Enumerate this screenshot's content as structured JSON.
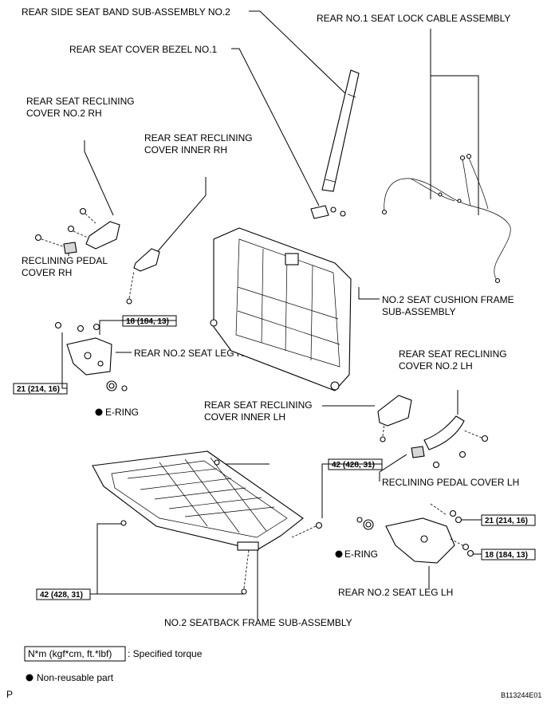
{
  "labels": {
    "side_band": "REAR SIDE SEAT BAND SUB-ASSEMBLY NO.2",
    "lock_cable": "REAR NO.1 SEAT LOCK CABLE ASSEMBLY",
    "cover_bezel": "REAR SEAT COVER BEZEL NO.1",
    "recl_cover_no2_rh_line1": "REAR SEAT RECLINING",
    "recl_cover_no2_rh_line2": "COVER NO.2 RH",
    "recl_cover_inner_rh_line1": "REAR SEAT RECLINING",
    "recl_cover_inner_rh_line2": "COVER INNER RH",
    "pedal_cover_rh_line1": "RECLINING PEDAL",
    "pedal_cover_rh_line2": "COVER RH",
    "cushion_frame_line1": "NO.2 SEAT CUSHION FRAME",
    "cushion_frame_line2": "SUB-ASSEMBLY",
    "seat_leg_rh": "REAR NO.2 SEAT LEG RH",
    "e_ring_1": "E-RING",
    "recl_cover_no2_lh_line1": "REAR SEAT RECLINING",
    "recl_cover_no2_lh_line2": "COVER NO.2 LH",
    "recl_cover_inner_lh_line1": "REAR SEAT RECLINING",
    "recl_cover_inner_lh_line2": "COVER INNER LH",
    "pedal_cover_lh": "RECLINING PEDAL COVER LH",
    "e_ring_2": "E-RING",
    "seat_leg_lh": "REAR NO.2 SEAT LEG LH",
    "seatback_frame": "NO.2 SEATBACK FRAME SUB-ASSEMBLY"
  },
  "torques": {
    "t1": "18 (184, 13)",
    "t2": "21 (214, 16)",
    "t3": "42 (428, 31)",
    "t4": "21 (214, 16)",
    "t5": "18 (184, 13)",
    "t6": "42 (428, 31)"
  },
  "legend": {
    "torque_unit": "N*m (kgf*cm, ft.*lbf)",
    "torque_desc": ": Specified torque",
    "nonreusable": "Non-reusable part"
  },
  "footer": {
    "left": "P",
    "right": "B113244E01"
  }
}
